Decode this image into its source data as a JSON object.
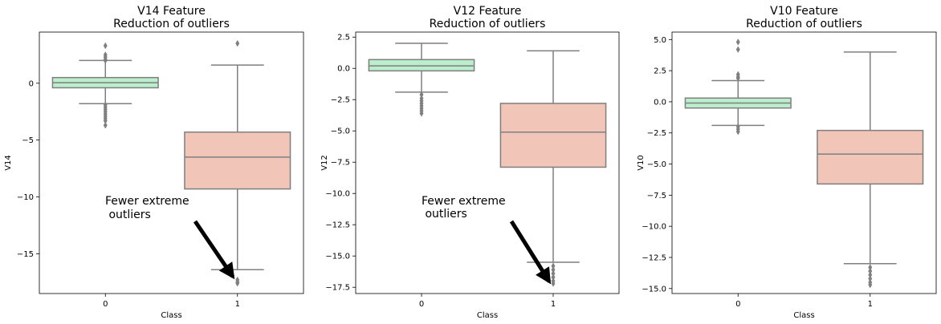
{
  "colors": {
    "class0_fill": "#bbeecc",
    "class1_fill": "#f1c5b8",
    "line": "#7f7f7f",
    "arrow": "#000000"
  },
  "chart_data": [
    {
      "type": "box",
      "title_line1": "V14 Feature",
      "title_line2": "Reduction of outliers",
      "xlabel": "Class",
      "ylabel": "V14",
      "categories": [
        "0",
        "1"
      ],
      "ylim": [
        -18.5,
        4.5
      ],
      "yticks": [
        0,
        -5,
        -10,
        -15
      ],
      "ytick_labels": [
        "0",
        "−5",
        "−10",
        "−15"
      ],
      "boxes": [
        {
          "whisker_low": -1.8,
          "q1": -0.4,
          "median": 0.05,
          "q3": 0.5,
          "whisker_high": 2.0,
          "outliers": [
            3.3,
            2.5,
            2.3,
            2.1,
            2.0,
            -1.9,
            -2.1,
            -2.3,
            -2.5,
            -2.7,
            -2.9,
            -3.1,
            -3.3,
            -3.7
          ]
        },
        {
          "whisker_low": -16.4,
          "q1": -9.3,
          "median": -6.5,
          "q3": -4.3,
          "whisker_high": 1.6,
          "outliers": [
            3.5,
            -17.3,
            -17.5,
            -17.6
          ]
        }
      ],
      "annotation": {
        "line1": "Fewer extreme",
        "line2": " outliers"
      }
    },
    {
      "type": "box",
      "title_line1": "V12 Feature",
      "title_line2": "Reduction of outliers",
      "xlabel": "Class",
      "ylabel": "V12",
      "categories": [
        "0",
        "1"
      ],
      "ylim": [
        -18.0,
        2.9
      ],
      "yticks": [
        2.5,
        0.0,
        -2.5,
        -5.0,
        -7.5,
        -10.0,
        -12.5,
        -15.0,
        -17.5
      ],
      "ytick_labels": [
        "2.5",
        "0.0",
        "−2.5",
        "−5.0",
        "−7.5",
        "−10.0",
        "−12.5",
        "−15.0",
        "−17.5"
      ],
      "boxes": [
        {
          "whisker_low": -1.9,
          "q1": -0.2,
          "median": 0.2,
          "q3": 0.7,
          "whisker_high": 2.0,
          "outliers": [
            -2.1,
            -2.4,
            -2.6,
            -2.8,
            -3.0,
            -3.2,
            -3.4,
            -3.6
          ]
        },
        {
          "whisker_low": -15.5,
          "q1": -7.9,
          "median": -5.1,
          "q3": -2.8,
          "whisker_high": 1.4,
          "outliers": [
            -15.8,
            -16.1,
            -16.4,
            -16.7,
            -17.0,
            -17.2
          ]
        }
      ],
      "annotation": {
        "line1": "Fewer extreme",
        "line2": " outliers"
      }
    },
    {
      "type": "box",
      "title_line1": "V10 Feature",
      "title_line2": "Reduction of outliers",
      "xlabel": "Class",
      "ylabel": "V10",
      "categories": [
        "0",
        "1"
      ],
      "ylim": [
        -15.4,
        5.6
      ],
      "yticks": [
        5.0,
        2.5,
        0.0,
        -2.5,
        -5.0,
        -7.5,
        -10.0,
        -12.5,
        -15.0
      ],
      "ytick_labels": [
        "5.0",
        "2.5",
        "0.0",
        "−2.5",
        "−5.0",
        "−7.5",
        "−10.0",
        "−12.5",
        "−15.0"
      ],
      "boxes": [
        {
          "whisker_low": -1.9,
          "q1": -0.5,
          "median": -0.1,
          "q3": 0.3,
          "whisker_high": 1.7,
          "outliers": [
            4.8,
            4.2,
            2.2,
            2.0,
            1.9,
            -2.0,
            -2.2,
            -2.4
          ]
        },
        {
          "whisker_low": -13.0,
          "q1": -6.6,
          "median": -4.2,
          "q3": -2.3,
          "whisker_high": 4.0,
          "outliers": [
            -13.3,
            -13.6,
            -13.9,
            -14.2,
            -14.5,
            -14.7
          ]
        }
      ],
      "annotation": null
    }
  ]
}
